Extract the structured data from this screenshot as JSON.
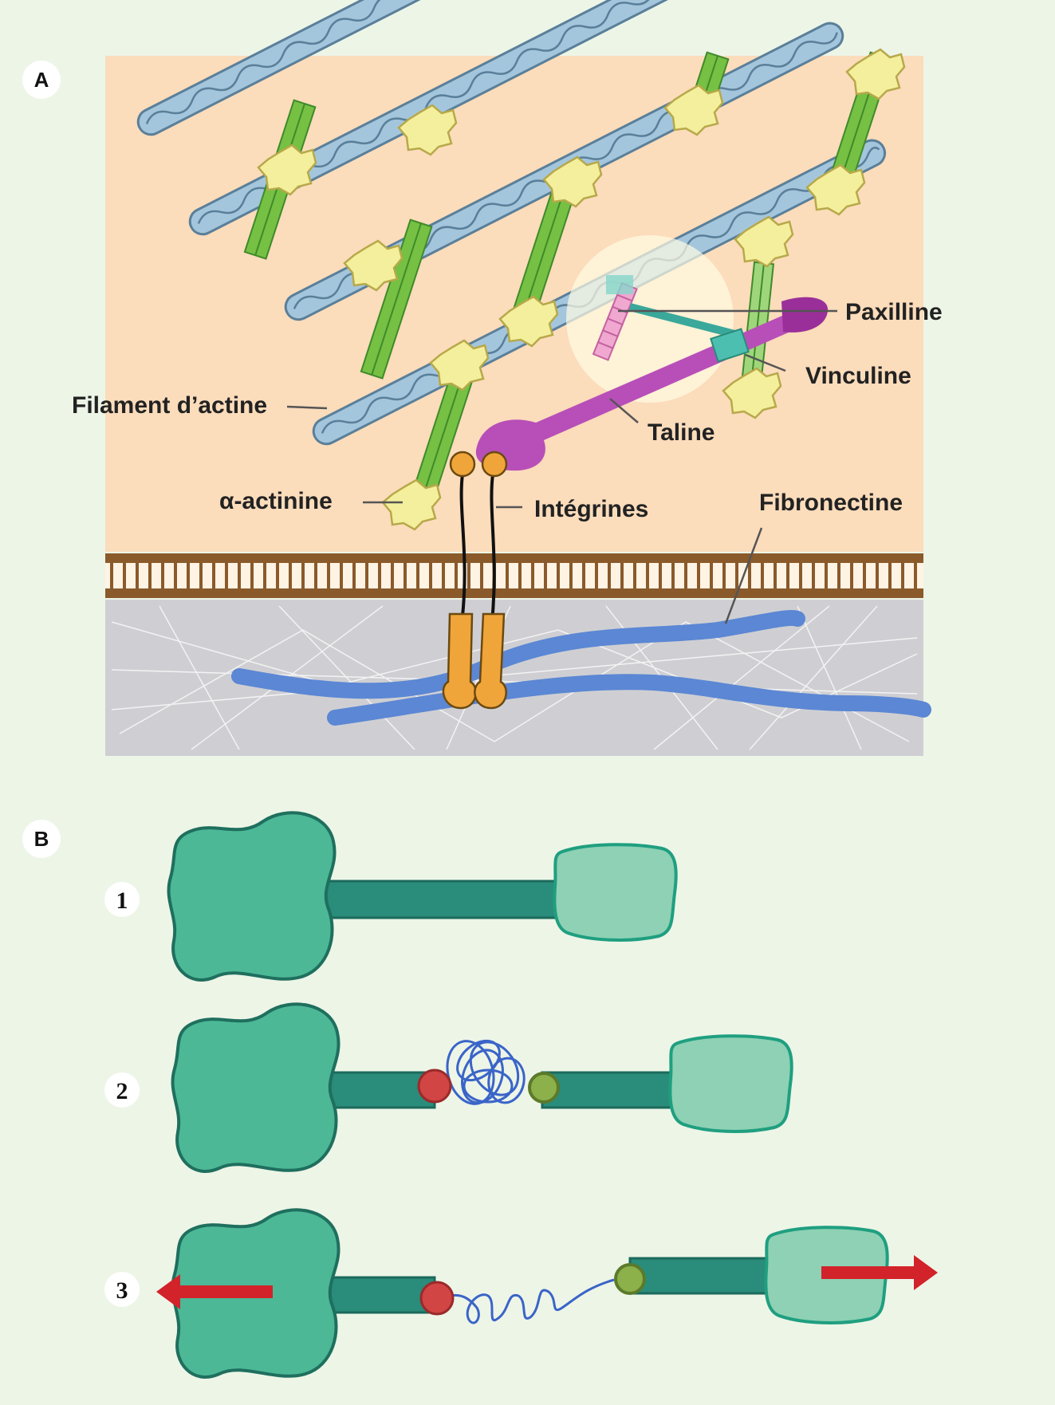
{
  "panels": {
    "a": {
      "letter": "A"
    },
    "b": {
      "letter": "B"
    }
  },
  "labels": {
    "paxilline": "Paxilline",
    "vinculine": "Vinculine",
    "taline": "Taline",
    "filament_actine": "Filament d’actine",
    "alpha_actinine": "α-actinine",
    "integrines": "Intégrines",
    "fibronectine": "Fibronectine"
  },
  "steps": [
    "1",
    "2",
    "3"
  ],
  "colors": {
    "background": "#edf5e7",
    "cytoplasm": "#fbdcbb",
    "extracellular_matrix": "#cfcfd3",
    "actin": "#a4c6dd",
    "actinin": "#76c043",
    "crosslink_node": "#f4ef9c",
    "membrane": "#8a5a2b",
    "integrin_head": "#f0a53a",
    "fibronectin": "#5b87d4",
    "talin": "#b84fb8",
    "paxillin": "#f0a8d0",
    "vinculin": "#4dbfb0",
    "domain_dark": "#4cb896",
    "domain_light": "#8ed1b4",
    "linker": "#2a8c7a",
    "marker_red": "#d24545",
    "marker_green": "#8cb04a",
    "peptide_coil": "#3a64c8",
    "force_arrow": "#d2232a"
  }
}
